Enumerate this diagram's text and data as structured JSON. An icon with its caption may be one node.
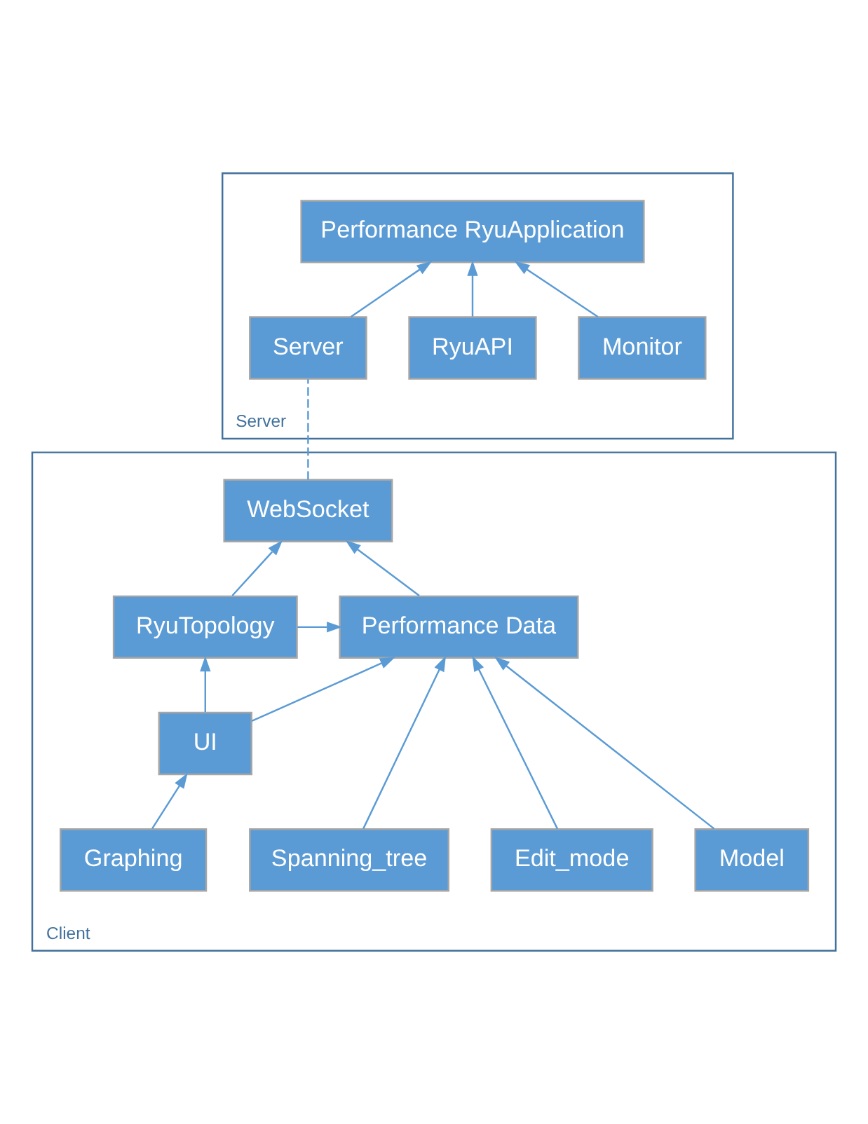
{
  "diagram": {
    "nodes": [
      {
        "text": [
          "Server"
        ]
      },
      {
        "text": [
          "Monitor"
        ],
        "in": 0
      },
      {
        "text": [
          "RyuAPI"
        ],
        "in": 0
      },
      {
        "text": [
          "Performance RyuApplication"
        ],
        "in": 0
      },
      {
        "text": [
          "Server"
        ],
        "in": 0
      },
      {
        "text": [
          "Client"
        ]
      },
      {
        "text": [
          "WebSocket"
        ],
        "in": 5
      },
      {
        "text": [
          "RyuTopology"
        ],
        "in": 5
      },
      {
        "text": [
          "Performance Data"
        ],
        "in": 5
      },
      {
        "text": [
          "UI"
        ],
        "in": 5
      },
      {
        "text": [
          "Graphing"
        ],
        "in": 5
      },
      {
        "text": [
          "Edit_mode"
        ],
        "in": 5
      },
      {
        "text": [
          "Spanning_tree"
        ],
        "in": 5
      },
      {
        "text": [
          "Model"
        ],
        "in": 5
      }
    ],
    "edges": [
      {
        "from": 1,
        "to": 3,
        "arrow": "to"
      },
      {
        "from": 2,
        "to": 3,
        "arrow": "to"
      },
      {
        "from": 4,
        "to": 3,
        "arrow": "to"
      },
      {
        "from": 6,
        "to": 4,
        "arrow": "none",
        "style": "dashed"
      },
      {
        "from": 7,
        "to": 6,
        "arrow": "to"
      },
      {
        "from": 8,
        "to": 6,
        "arrow": "to"
      },
      {
        "from": 7,
        "to": 8,
        "arrow": "to"
      },
      {
        "from": 9,
        "to": 7,
        "arrow": "to"
      },
      {
        "from": 9,
        "to": 8,
        "arrow": "to"
      },
      {
        "from": 10,
        "to": 9,
        "arrow": "to"
      },
      {
        "from": 11,
        "to": 8,
        "arrow": "to"
      },
      {
        "from": 12,
        "to": 8,
        "arrow": "to"
      },
      {
        "from": 13,
        "to": 8,
        "arrow": "to"
      }
    ]
  }
}
